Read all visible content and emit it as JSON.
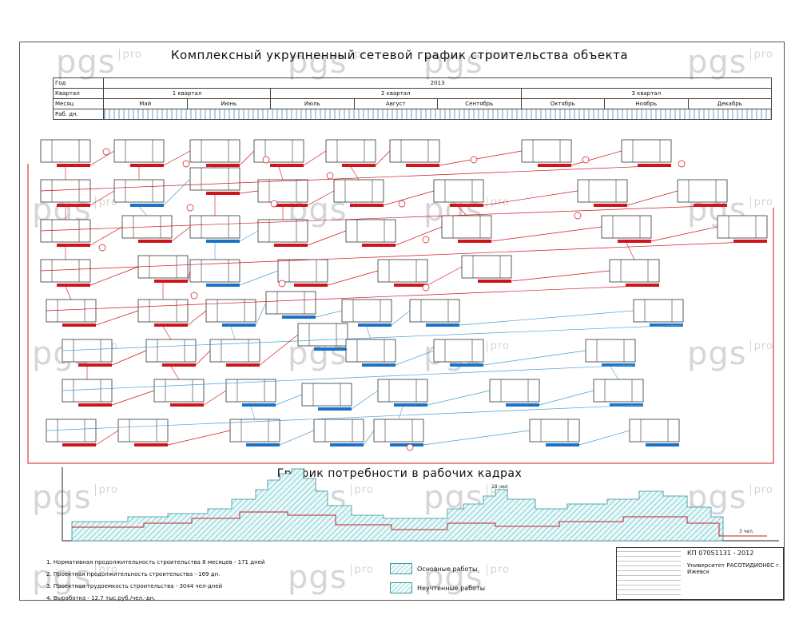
{
  "title": "Комплексный укрупненный сетевой график строительства объекта",
  "subtitle": "График потребности в рабочих кадрах",
  "watermark": {
    "brand": "pgs",
    "suffix": "pro"
  },
  "calendar": {
    "rows": {
      "year": "Год",
      "quarter": "Квартал",
      "month": "Месяц",
      "days": "Раб. дн."
    },
    "year": "2013",
    "quarters": [
      "1 квартал",
      "2 квартал",
      "3 квартал"
    ],
    "months": [
      "Май",
      "Июнь",
      "Июль",
      "Август",
      "Сентябрь",
      "Октябрь",
      "Ноябрь",
      "Декабрь"
    ]
  },
  "colors": {
    "critical": "#d0141c",
    "noncritical": "#1a73c8",
    "connector": "#4a9fd0",
    "hatch": "#3a9aa0"
  },
  "histogram_labels": {
    "top": "18 чел",
    "bottom": "3 чел."
  },
  "notes": [
    "1. Нормативная продолжительность строительства     8 месяцев - 171 дней",
    "2. Проектная продолжительность строительства     - 169 дн.",
    "3. Проектная трудоемкость строительства     - 3044 чел-дней",
    "4. Выработка     - 12,7 тыс.руб./чел.-дн."
  ],
  "legend": [
    "Основные работы",
    "Неучтенные работы"
  ],
  "stamp": {
    "code": "КП  07051131 - 2012",
    "name": "Университет РАСОТИДИОНЕС г. Ижевск"
  }
}
